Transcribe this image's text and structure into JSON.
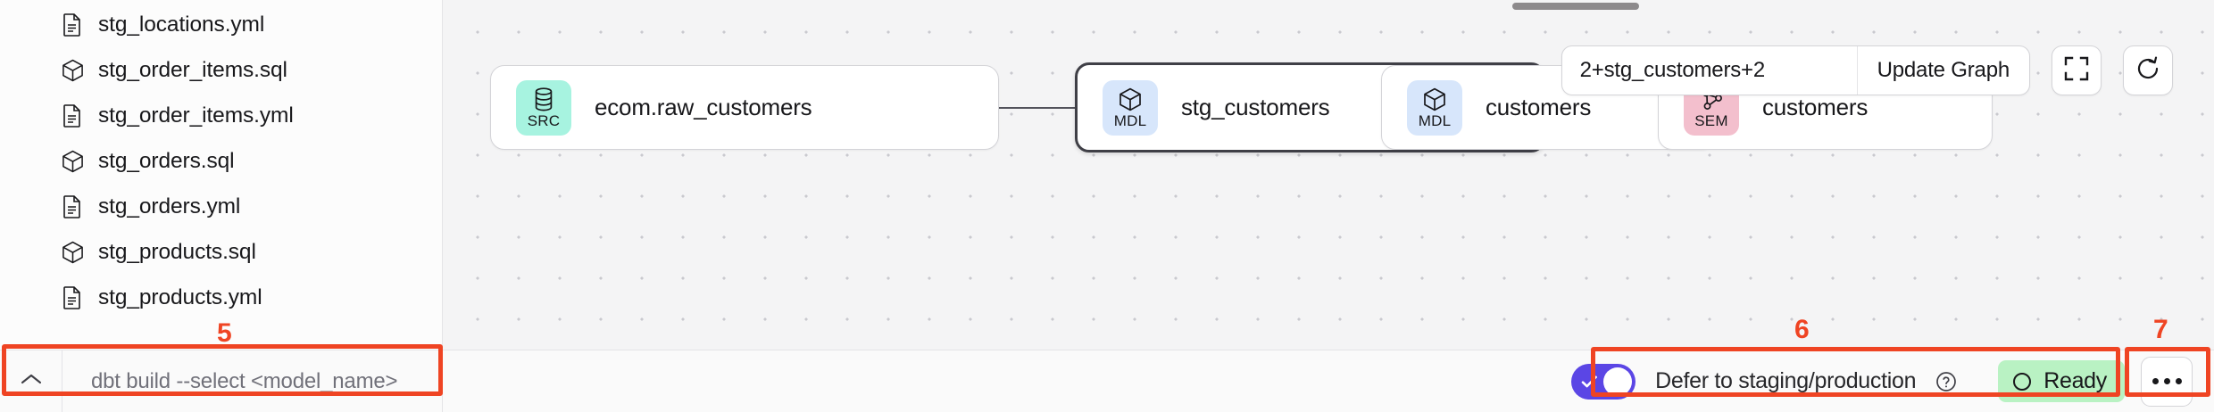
{
  "sidebar": {
    "files": [
      {
        "name": "stg_locations.yml",
        "icon": "file-yml-icon",
        "type": "yml"
      },
      {
        "name": "stg_order_items.sql",
        "icon": "cube-sql-icon",
        "type": "sql"
      },
      {
        "name": "stg_order_items.yml",
        "icon": "file-yml-icon",
        "type": "yml"
      },
      {
        "name": "stg_orders.sql",
        "icon": "cube-sql-icon",
        "type": "sql"
      },
      {
        "name": "stg_orders.yml",
        "icon": "file-yml-icon",
        "type": "yml"
      },
      {
        "name": "stg_products.sql",
        "icon": "cube-sql-icon",
        "type": "sql"
      },
      {
        "name": "stg_products.yml",
        "icon": "file-yml-icon",
        "type": "yml"
      }
    ]
  },
  "graph_toolbar": {
    "selector_value": "2+stg_customers+2",
    "selector_placeholder": "2+stg_customers+2",
    "update_label": "Update Graph",
    "fit_view_icon": "fullscreen-icon",
    "refresh_icon": "refresh-icon"
  },
  "lineage": {
    "nodes": [
      {
        "id": "src-raw-customers",
        "badge": "SRC",
        "badge_icon": "database-icon",
        "badge_color": "#a7f3e0",
        "title": "ecom.raw_customers",
        "selected": false
      },
      {
        "id": "mdl-stg-customers",
        "badge": "MDL",
        "badge_icon": "cube-icon",
        "badge_color": "#d7e6fb",
        "title": "stg_customers",
        "selected": true
      },
      {
        "id": "mdl-customers",
        "badge": "MDL",
        "badge_icon": "cube-icon",
        "badge_color": "#d7e6fb",
        "title": "customers",
        "selected": false
      },
      {
        "id": "sem-customers",
        "badge": "SEM",
        "badge_icon": "graph-nodes-icon",
        "badge_color": "#f3bfcd",
        "title": "customers",
        "selected": false
      }
    ]
  },
  "command_bar": {
    "collapse_icon": "chevron-up-icon",
    "input_value": "",
    "input_placeholder": "dbt build --select <model_name>"
  },
  "status_bar": {
    "defer_toggle_on": true,
    "defer_label": "Defer to staging/production",
    "help_icon": "question-circle-icon",
    "status_text": "Ready",
    "status_color": "#b9f2c3",
    "more_icon": "ellipsis-icon"
  },
  "annotations": [
    {
      "number": "5"
    },
    {
      "number": "6"
    },
    {
      "number": "7"
    }
  ],
  "colors": {
    "annotation": "#ef4423",
    "toggle_on": "#5b46e5",
    "canvas": "#f4f4f5"
  }
}
